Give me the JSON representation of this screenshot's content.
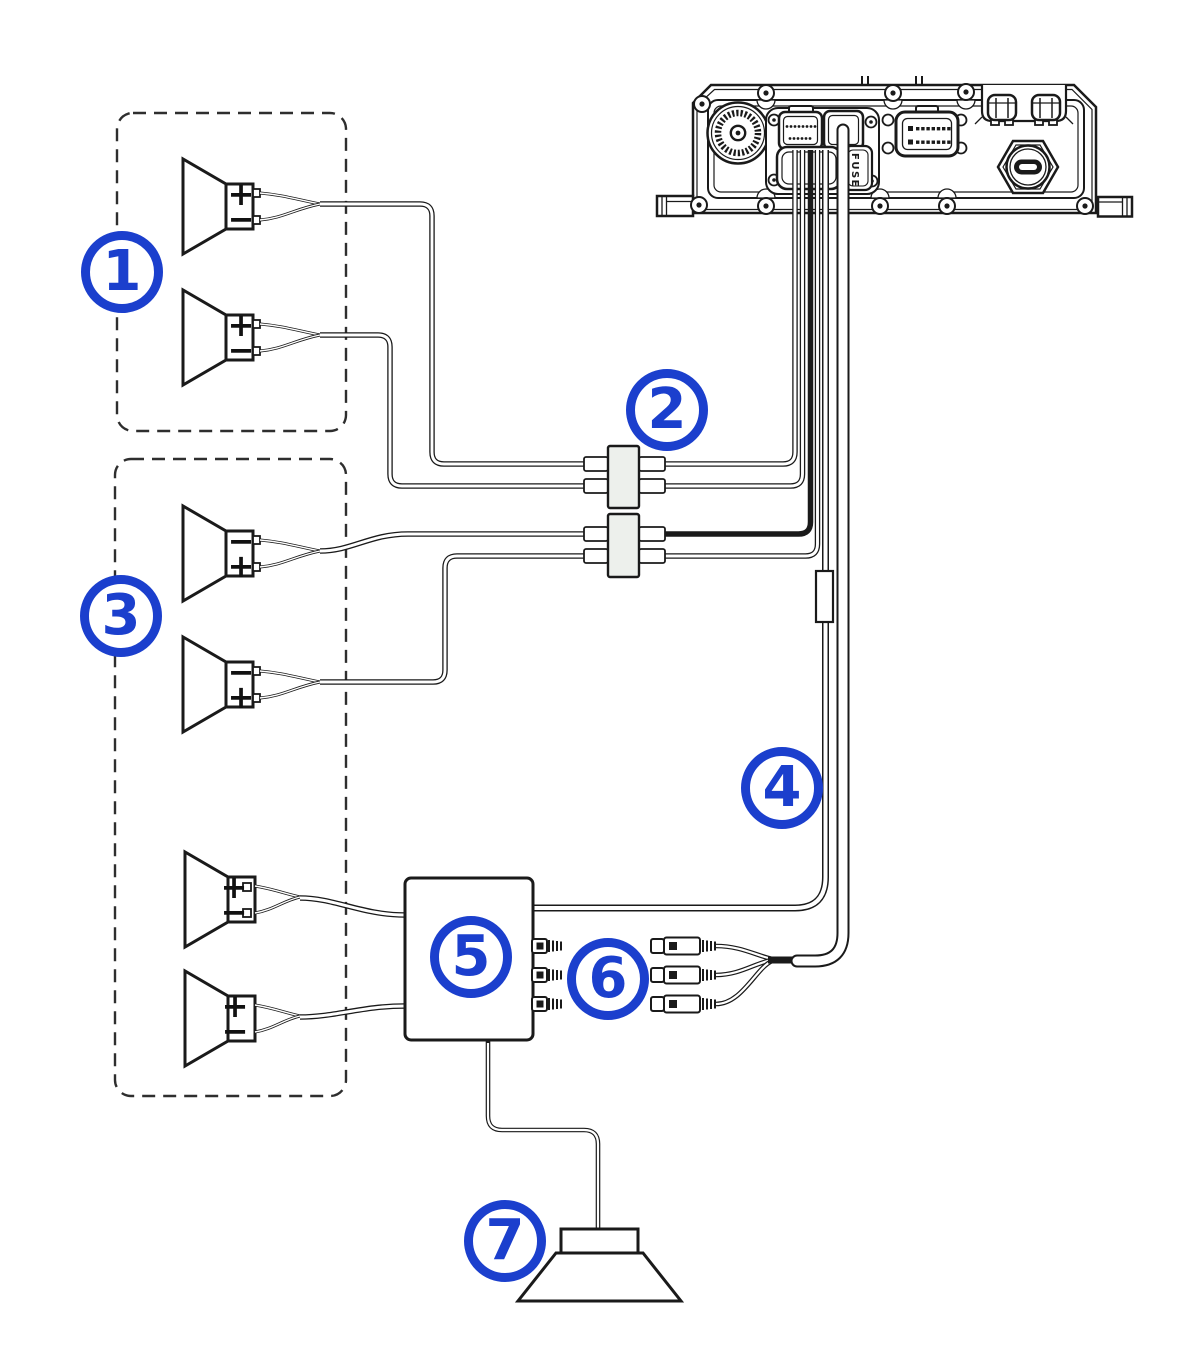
{
  "colors": {
    "callout_blue": "#1B3FCD",
    "line": "#1a1a1a",
    "connector_fill": "#EDF0EC"
  },
  "callouts": [
    {
      "label": "1"
    },
    {
      "label": "2"
    },
    {
      "label": "3"
    },
    {
      "label": "4"
    },
    {
      "label": "5"
    },
    {
      "label": "6"
    },
    {
      "label": "7"
    }
  ],
  "amp": {
    "fuse_label": "FUSE"
  },
  "speakers": {
    "group1": [
      {
        "top": "+",
        "bottom": "−"
      },
      {
        "top": "+",
        "bottom": "−"
      }
    ],
    "group3": [
      {
        "top": "−",
        "bottom": "+"
      },
      {
        "top": "−",
        "bottom": "+"
      }
    ],
    "lower_pair": [
      {
        "top": "+",
        "bottom": "−"
      },
      {
        "top": "+",
        "bottom": "−"
      }
    ]
  }
}
